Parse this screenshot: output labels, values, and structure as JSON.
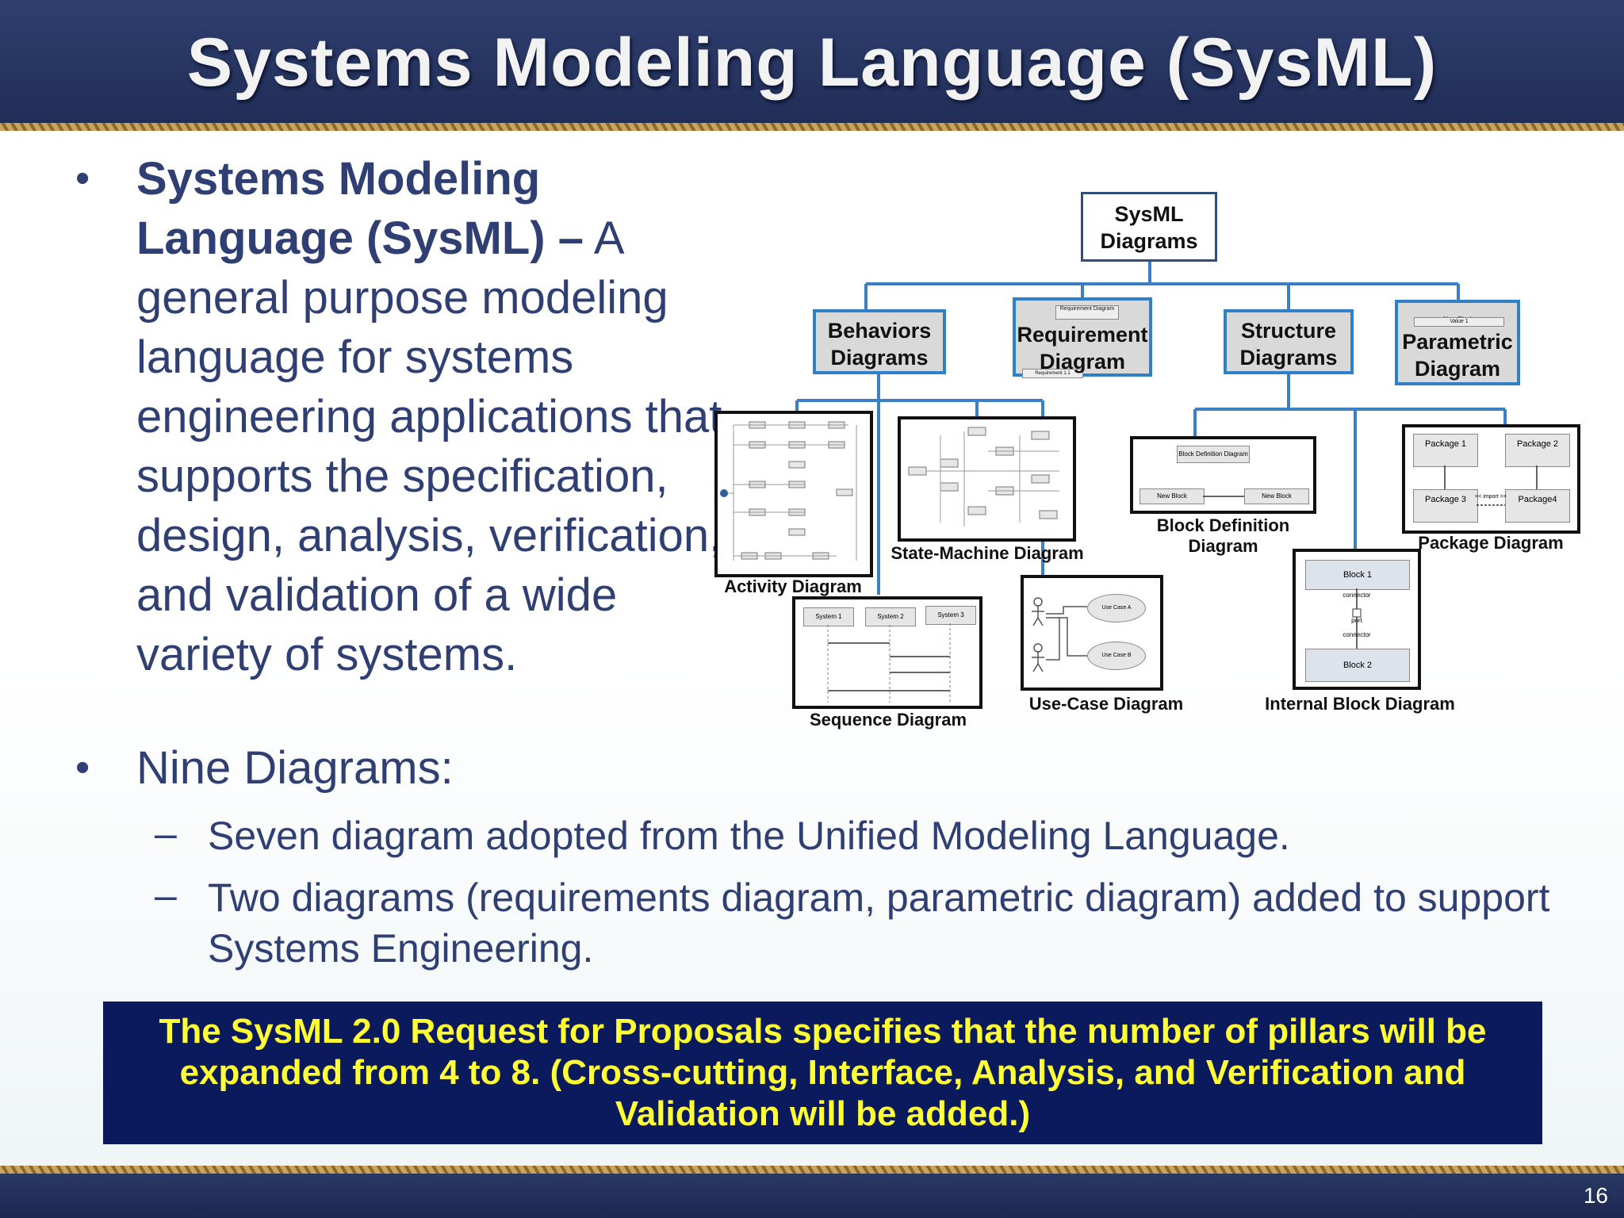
{
  "slide": {
    "title": "Systems Modeling Language (SysML)",
    "page_number": "16"
  },
  "bullets": {
    "b1_bold": "Systems Modeling Language (SysML) –",
    "b1_text": " A general purpose modeling language for systems engineering applications that supports the specification, design, analysis, verification, and validation of a wide variety of systems.",
    "b2": "Nine Diagrams:",
    "sub1": "Seven diagram adopted from the Unified Modeling Language.",
    "sub2": "Two diagrams (requirements diagram, parametric diagram) added to support Systems Engineering.",
    "bullet_glyph": "•",
    "dash_glyph": "–"
  },
  "note": {
    "text": "The SysML 2.0 Request for Proposals specifies that the number of pillars will be expanded from 4 to 8. (Cross-cutting, Interface, Analysis, and Verification and Validation will be added.)"
  },
  "diagram": {
    "root": "SysML Diagrams",
    "categories": {
      "behaviors": "Behaviors Diagrams",
      "requirement": "Requirement Diagram",
      "structure": "Structure Diagrams",
      "parametric": "Parametric Diagram"
    },
    "leaves": {
      "activity": "Activity Diagram",
      "state_machine": "State-Machine Diagram",
      "sequence": "Sequence Diagram",
      "use_case": "Use-Case Diagram",
      "block_definition": "Block Definition Diagram",
      "package": "Package Diagram",
      "internal_block": "Internal Block Diagram"
    },
    "thumb_text": {
      "req_header": "Requirement Diagram",
      "req_item": "Requirement 1.1",
      "new_block": "New Block",
      "value": "Value 1",
      "bdd_header": "Block Definition Diagram",
      "bdd_block": "New Block",
      "pkg1": "Package 1",
      "pkg2": "Package 2",
      "pkg3": "Package 3",
      "pkg4": "Package4",
      "import": "<< import >>",
      "sys1": "System 1",
      "sys2": "System 2",
      "sys3": "System 3",
      "uc_a": "Use Case A",
      "uc_b": "Use Case B",
      "block1": "Block 1",
      "block2": "Block 2",
      "connector": "connector",
      "port": "port"
    },
    "colors": {
      "connector": "#3b7fc4",
      "box_border": "#2f7fc9"
    }
  }
}
